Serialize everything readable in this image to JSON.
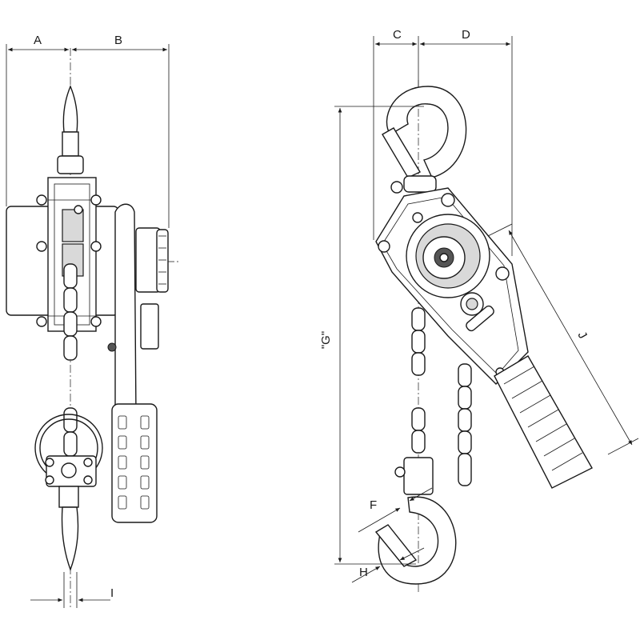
{
  "dimension_labels": {
    "A": "A",
    "B": "B",
    "C": "C",
    "D": "D",
    "G": "\"G\"",
    "J": "J",
    "F": "F",
    "H": "H",
    "I": "I"
  }
}
